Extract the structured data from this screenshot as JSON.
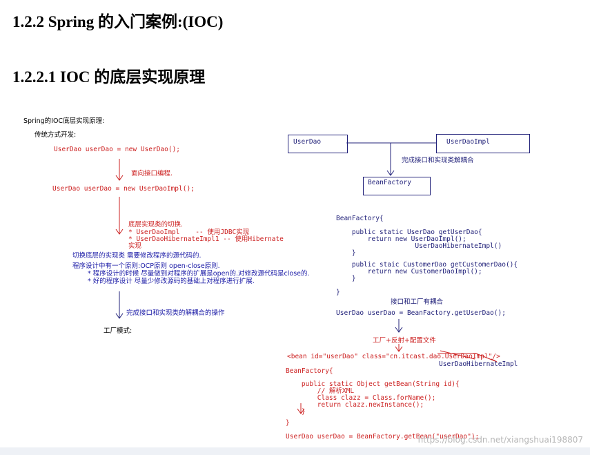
{
  "heading1": "1.2.2  Spring 的入门案例:(IOC)",
  "heading2": "1.2.2.1 IOC 的底层实现原理",
  "left": {
    "title": "Spring的IOC底层实现原理:",
    "traditional": "传统方式开发:",
    "code1": "UserDao userDao = new UserDao();",
    "note1": "面向接口编程.",
    "code2": "UserDao userDao = new UserDaoImpl();",
    "switch_title": "底层实现类的切换.",
    "switch_line1": "* UserDaoImpl    -- 使用JDBC实现",
    "switch_line2": "* UserDaoHibernateImpl1 -- 使用Hibernate",
    "switch_line3": "实现",
    "change_note": "切换底层的实现类 需要修改程序的源代码的.",
    "principle": "程序设计中有一个原则:OCP原则 open-close原则.",
    "principle_line1": "* 程序设计的时候 尽量做到对程序的扩展是open的.对修改源代码是close的.",
    "principle_line2": "* 好的程序设计 尽量少修改源码的基础上对程序进行扩展.",
    "decouple_note": "完成接口和实现类的解耦合的操作",
    "factory_mode": "工厂模式:"
  },
  "right": {
    "box_userdao": "UserDao",
    "box_userdaoimpl": "UserDaoImpl",
    "box_beanfactory": "BeanFactory",
    "decouple_label": "完成接口和实现类解耦合",
    "bf_code": [
      "BeanFactory{",
      "    public static UserDao getUserDao{",
      "        return new UserDaoImpl();",
      "                    UserDaoHibernateImpl()",
      "    }",
      "    public staic CustomerDao getCustomerDao(){",
      "        return new CustomerDaoImpl();",
      "    }",
      "}"
    ],
    "coupling_label": "接口和工厂有耦合",
    "get_code": "UserDao userDao = BeanFactory.getUserDao();",
    "factory_reflect": "工厂+反射+配置文件",
    "bean_xml": "<bean id=\"userDao\" class=\"cn.itcast.dao.UserDaoImpl\"/>",
    "hibernate_note": "UserDaoHibernateImpl",
    "bf2_code": [
      "BeanFactory{",
      "",
      "    public static Object getBean(String id){",
      "        // 解析XML",
      "        Class clazz = Class.forName();",
      "        return clazz.newInstance();",
      "    }",
      "",
      "}",
      "",
      "UserDao userDao = BeanFactory.getBean(\"userDao\");"
    ]
  },
  "watermark": "https://blog.csdn.net/xiangshuai198807",
  "colors": {
    "red": "#cc2020",
    "blue": "#1a1aa6",
    "navy": "#22227a"
  }
}
